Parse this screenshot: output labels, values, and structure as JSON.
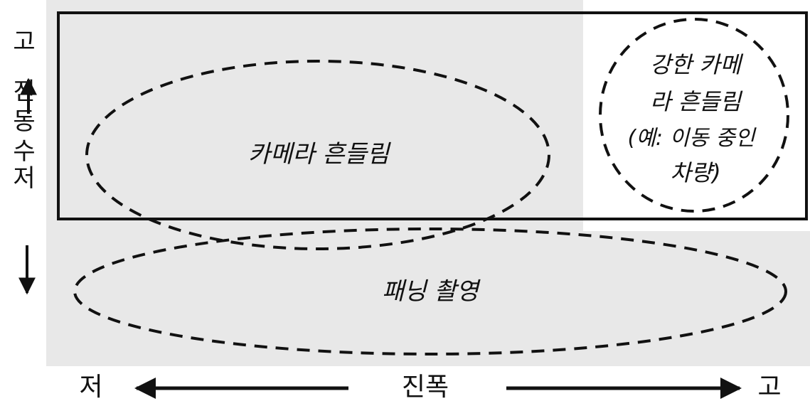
{
  "diagram": {
    "x_axis": {
      "low": "저",
      "label": "진폭",
      "high": "고"
    },
    "y_axis": {
      "high": "고",
      "label_lines": [
        "진",
        "동",
        "수"
      ],
      "low": "저"
    },
    "regions": {
      "camera_shake": "카메라 흔들림",
      "strong_shake_lines": [
        "강한 카메",
        "라 흔들림",
        "(예: 이동 중인",
        "차량)"
      ],
      "panning": "패닝 촬영"
    },
    "colors": {
      "shaded": "#e8e8e8",
      "stroke": "#111111",
      "background": "#ffffff"
    }
  }
}
